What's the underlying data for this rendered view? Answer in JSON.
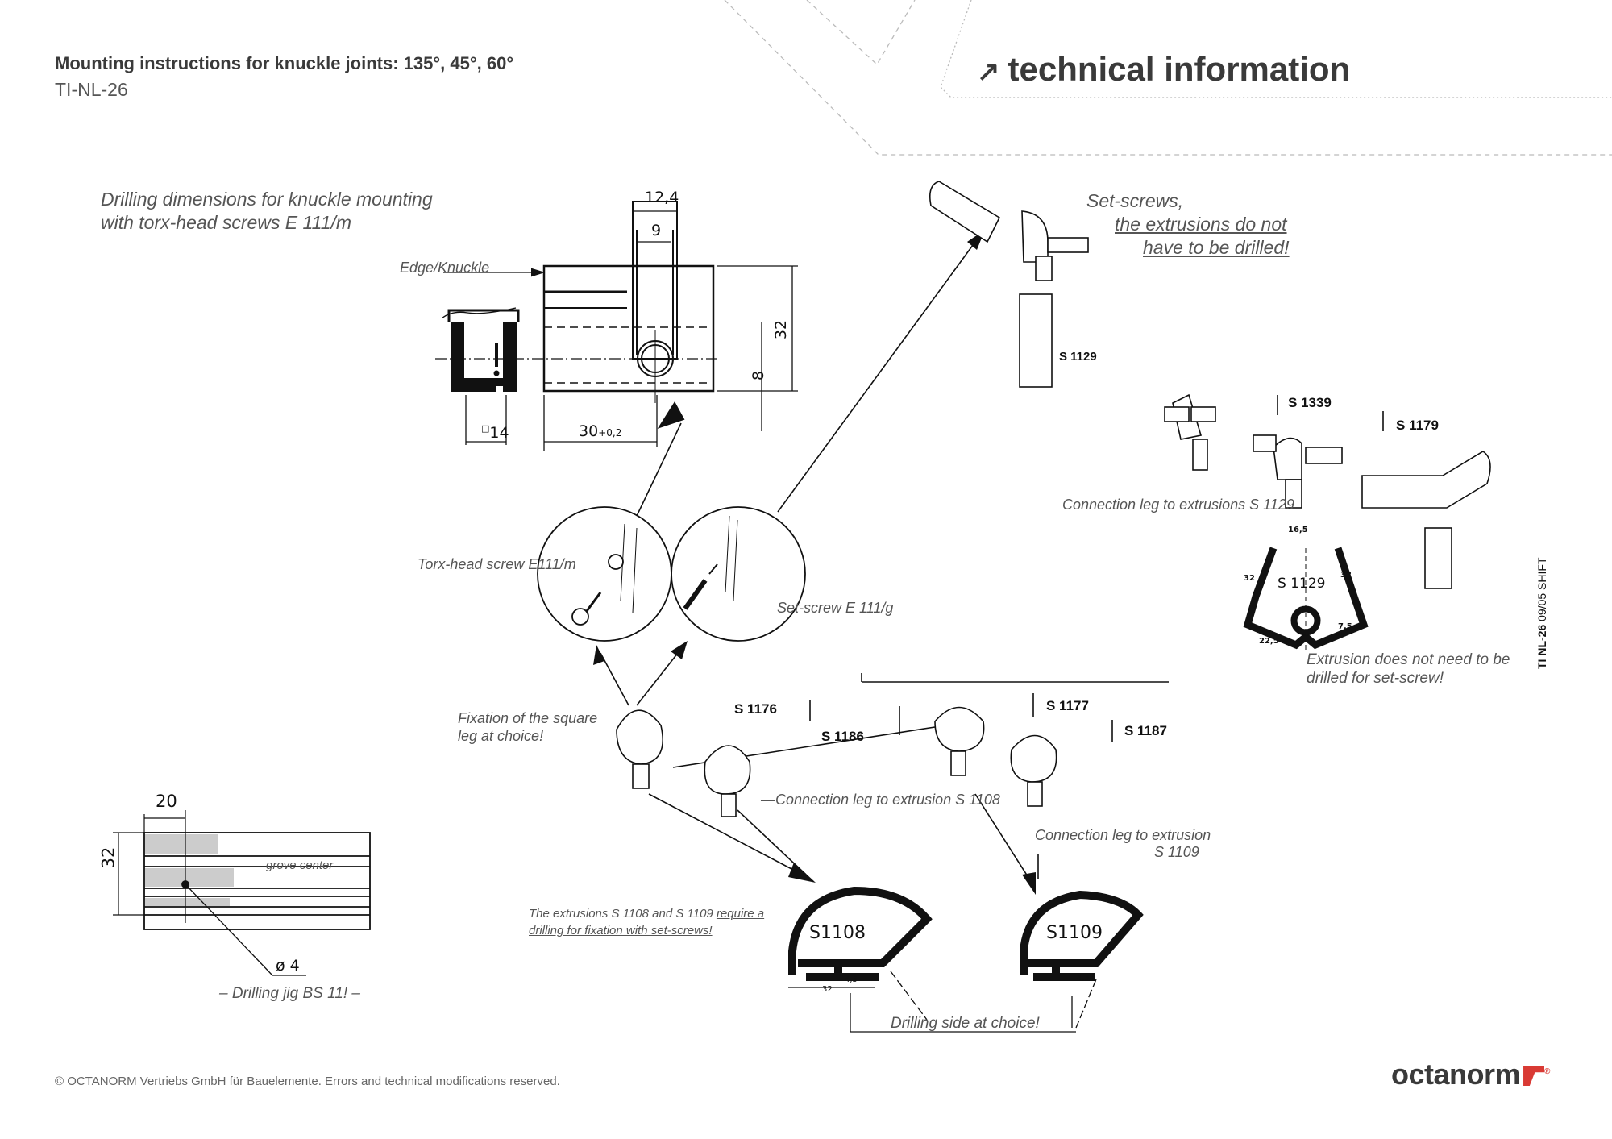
{
  "header": {
    "title": "Mounting instructions for knuckle joints: 135°, 45°, 60°",
    "doc_id": "TI-NL-26",
    "section_arrow": "↗",
    "section_title": "technical information"
  },
  "drilling_dimensions": {
    "line1": "Drilling dimensions for knuckle mounting",
    "line2": "with torx-head screws E 111/m",
    "edge_label": "Edge/Knuckle",
    "dims": {
      "width_outer": "12,4",
      "width_inner": "9",
      "height": "32",
      "offset": "8",
      "square": "14",
      "distance": "30",
      "tolerance": "+0,2"
    }
  },
  "set_screws_note": {
    "line1": "Set-screws,",
    "line2": "the extrusions do not",
    "line3": "have to be drilled!"
  },
  "parts": {
    "s1129_label": "S 1129",
    "s1339": "S 1339",
    "s1179": "S 1179",
    "s1176": "S 1176",
    "s1186": "S 1186",
    "s1177": "S 1177",
    "s1187": "S 1187"
  },
  "s1129_section": {
    "connection_label": "Connection leg to extrusions S 1129",
    "profile_label": "S 1129",
    "dims": {
      "top": "16,5",
      "left": "32",
      "right": "32",
      "bottom": "22,5",
      "small": "7,5"
    },
    "note_line1": "Extrusion does not need to be",
    "note_line2": "drilled for set-screw!"
  },
  "side_label": {
    "bold": "TI NL-26",
    "rest": "09/05 SHIFT"
  },
  "screws": {
    "torx_label": "Torx-head screw E111/m",
    "setscrew_label": "Set-screw E 111/g"
  },
  "fixation_note": {
    "line1": "Fixation of the square",
    "line2": "leg at choice!"
  },
  "connection_s1108": "—Connection leg to extrusion S 1108",
  "connection_s1109": {
    "line1": "Connection leg to extrusion",
    "line2": "S 1109"
  },
  "extrusions_note": {
    "line1_plain": "The extrusions S 1108 and S 1109 ",
    "line1_underlined": "require a",
    "line2": "drilling for fixation with set-screws!"
  },
  "profiles": {
    "s1108": "S1108",
    "s1109": "S1109",
    "dim_width": "32",
    "dim_small": "4,5",
    "dim_small_2": "4,5",
    "drilling_side": "Drilling side at choice!"
  },
  "drilling_jig": {
    "dim_20": "20",
    "dim_32": "32",
    "groove": "grove center",
    "diameter": "ø 4",
    "label": "–  Drilling jig BS 11!  –"
  },
  "footer": {
    "copyright": "© OCTANORM Vertriebs GmbH für Bauelemente. Errors and technical modifications reserved.",
    "logo_text": "octanorm",
    "logo_registered": "®"
  },
  "colors": {
    "brand_red": "#d93a34",
    "text_dark": "#3a3a3a",
    "note_gray": "#555555"
  }
}
